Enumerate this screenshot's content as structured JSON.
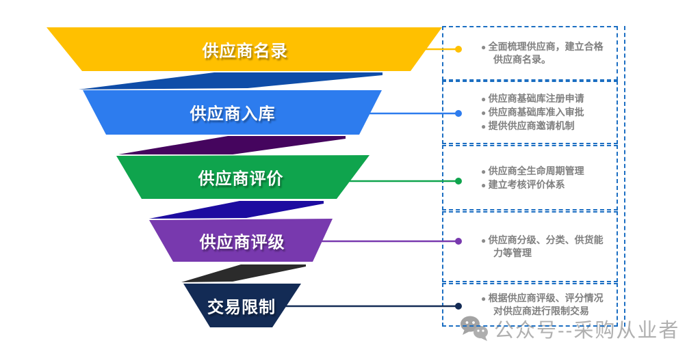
{
  "page": {
    "background": "#FFFFFF"
  },
  "funnel": {
    "levels": [
      {
        "label": "供应商名录",
        "color": "#FFC000",
        "bullets": [
          "全面梳理供应商，建立合格供应商名录。"
        ]
      },
      {
        "label": "供应商入库",
        "color": "#2D7CEE",
        "bullets": [
          "供应商基础库注册申请",
          "供应商基础库准入审批",
          "提供供应商邀请机制"
        ]
      },
      {
        "label": "供应商评价",
        "color": "#0FA44D",
        "bullets": [
          "供应商全生命周期管理",
          "建立考核评价体系"
        ]
      },
      {
        "label": "供应商评级",
        "color": "#7839AE",
        "bullets": [
          "供应商分级、分类、供货能力等管理"
        ]
      },
      {
        "label": "交易限制",
        "color": "#132B55",
        "bullets": [
          "根据供应商评级、评分情况对供应商进行限制交易"
        ]
      }
    ],
    "wedge_colors": [
      "#0F4DA8",
      "#45055E",
      "#1D0CA0",
      "#2B2B2B"
    ]
  },
  "callouts": {
    "border_color": "#1B6EC2",
    "text_color": "#7F7F7F",
    "bullet_glyph": "●"
  },
  "watermark": {
    "icon": "wechat-icon",
    "text": "公众号--采购从业者",
    "color": "#B0B0B0"
  }
}
